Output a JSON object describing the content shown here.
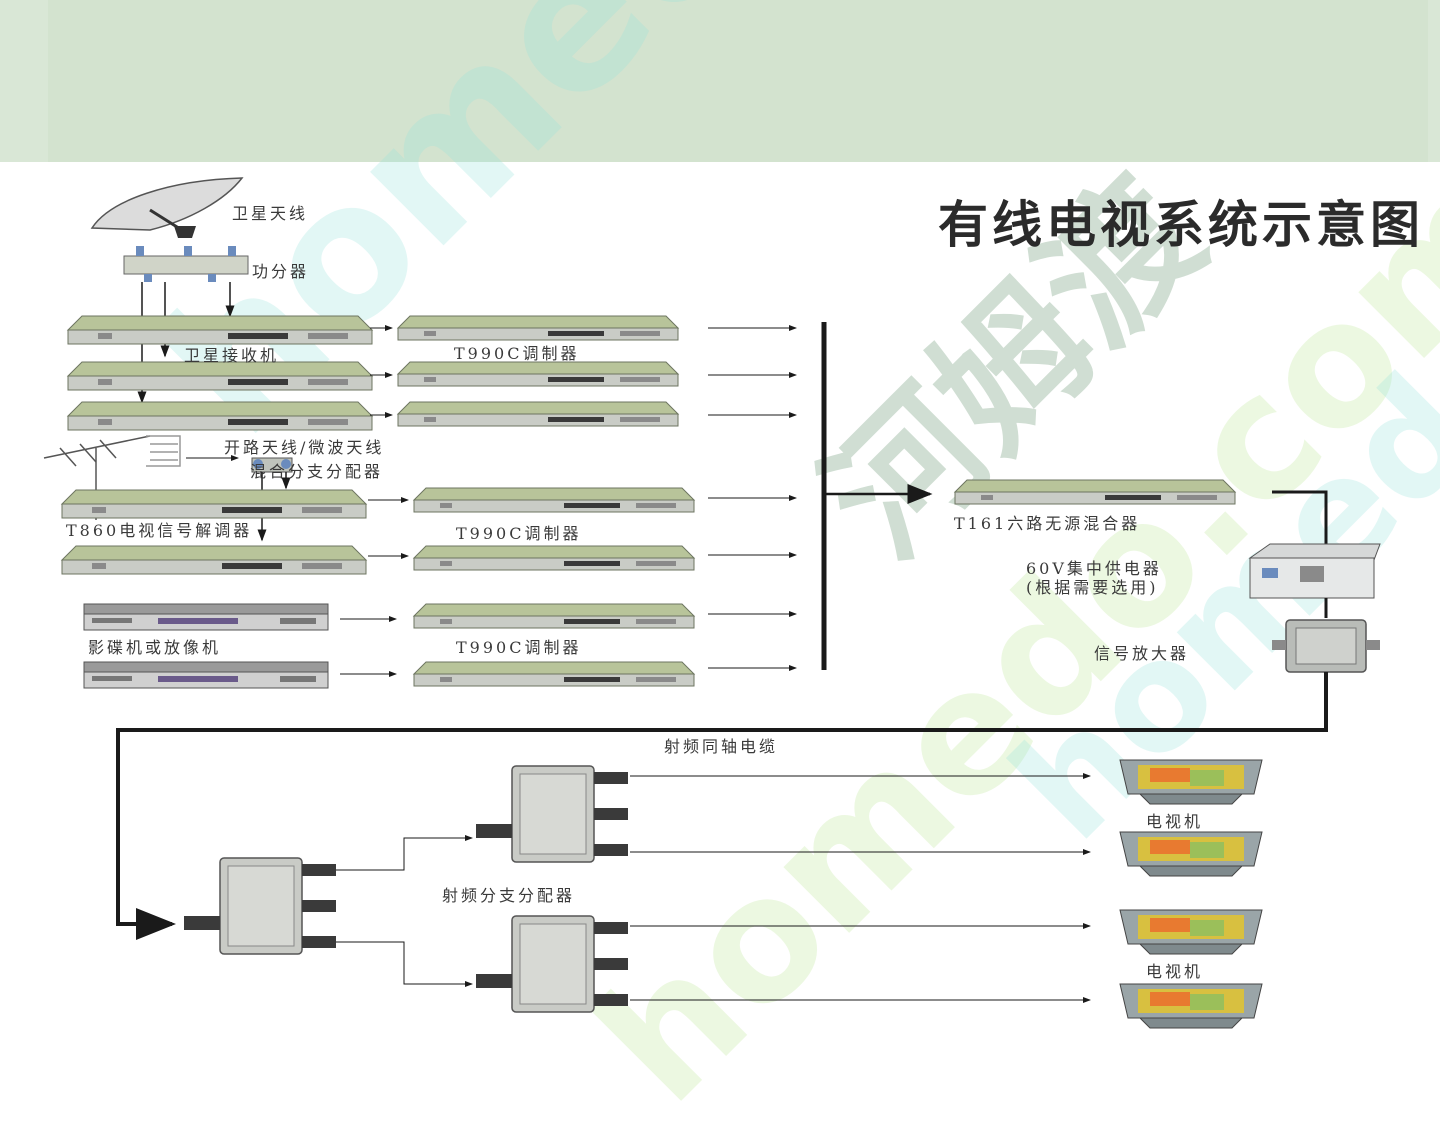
{
  "title": "有线电视系统示意图",
  "watermark": {
    "text_1": "homedo.com",
    "text_2": "河姆渡",
    "text_3": "homedo.com",
    "text_4": "homedo.com"
  },
  "labels": {
    "satellite_antenna": "卫星天线",
    "power_splitter": "功分器",
    "satellite_receiver": "卫星接收机",
    "modulator_1": "T990C调制器",
    "terrestrial_antenna": "开路天线/微波天线",
    "branch_distributor": "混合分支分配器",
    "demodulator": "T860电视信号解调器",
    "modulator_2": "T990C调制器",
    "dvd_vcr": "影碟机或放像机",
    "modulator_3": "T990C调制器",
    "combiner": "T161六路无源混合器",
    "power_supply": "60V集中供电器",
    "power_supply_note": "(根据需要选用)",
    "amplifier": "信号放大器",
    "coax_cable": "射频同轴电缆",
    "rf_distributor": "射频分支分配器",
    "tv_1": "电视机",
    "tv_2": "电视机"
  },
  "colors": {
    "header_band": "#d9e7d6",
    "device_top": "#b8c49a",
    "device_front": "#c9ccc6",
    "line": "#1a1a1a"
  }
}
